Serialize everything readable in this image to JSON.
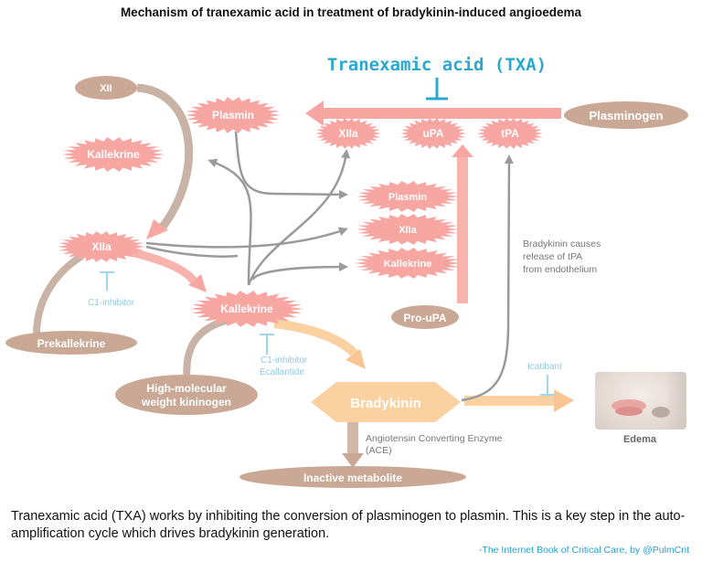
{
  "title": "Mechanism of tranexamic acid in treatment of bradykinin-induced angioedema",
  "txa_label": "Tranexamic acid (TXA)",
  "nodes": {
    "xii": "XII",
    "plasmin_top": "Plasmin",
    "kallekrine_top": "Kallekrine",
    "xiia_left": "XIIa",
    "xiia_top": "XIIa",
    "upa": "uPA",
    "tpa": "tPA",
    "plasminogen": "Plasminogen",
    "plasmin_mid": "Plasmin",
    "xiia_mid": "XIIa",
    "kallekrine_mid": "Kallekrine",
    "kallekrine_center": "Kallekrine",
    "prekallekrine": "Prekallekrine",
    "pro_upa": "Pro-uPA",
    "hmwk_line1": "High-molecular",
    "hmwk_line2": "weight kininogen",
    "bradykinin": "Bradykinin",
    "inactive_metabolite": "Inactive metabolite",
    "edema": "Edema"
  },
  "labels": {
    "c1_inhibitor": "C1-inhibitor",
    "c1_inhibitor_2": "C1-inhibitor",
    "ecallantide": "Ecallantide",
    "icatibant": "Icatibant",
    "ace_line1": "Angiotensin Converting Enzyme",
    "ace_line2": "(ACE)",
    "bk_note_1": "Bradykinin causes",
    "bk_note_2": "release of tPA",
    "bk_note_3": "from endothelium"
  },
  "caption": "Tranexamic acid (TXA) works by inhibiting the conversion of plasminogen to plasmin.  This is a key step in the auto-amplification cycle which drives bradykinin generation.",
  "credit": "-The Internet Book of Critical Care, by @PulmCrit",
  "colors": {
    "pink": "#f7a6a2",
    "pink_text": "#ffffff",
    "tan": "#c9a996",
    "tan_dark": "#b8937d",
    "gray_arrow": "#9a9a9a",
    "txa_blue": "#2aa8cf",
    "inhibitor_blue": "#9fd6ea",
    "bradykinin_orange": "#fbd1a2"
  }
}
